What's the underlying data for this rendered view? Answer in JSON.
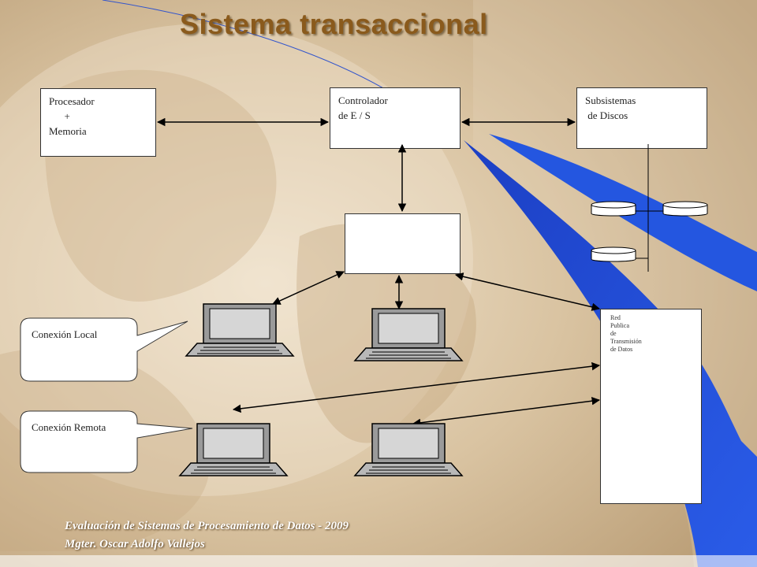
{
  "title": "Sistema transaccional",
  "nodes": {
    "procesador": "Procesador\n      +\nMemoria",
    "controlador": "Controlador\nde E / S",
    "subsistemas": "Subsistemas\n de Discos",
    "terminal_controller": "",
    "red": "Red\nPublica\nde\nTransmisión\nde Datos"
  },
  "callouts": {
    "local": "Conexión Local",
    "remota": "Conexión Remota"
  },
  "footer": {
    "line1": "Evaluación de Sistemas de Procesamiento de Datos - 2009",
    "line2": "Mgter. Oscar Adolfo Vallejos"
  },
  "colors": {
    "background": "#d8c4a4",
    "accent_blue": "#1f4fd6",
    "title": "#8a5a1c",
    "arrow": "#000000"
  },
  "icons": [
    "laptop-icon",
    "disk-drive-icon"
  ]
}
